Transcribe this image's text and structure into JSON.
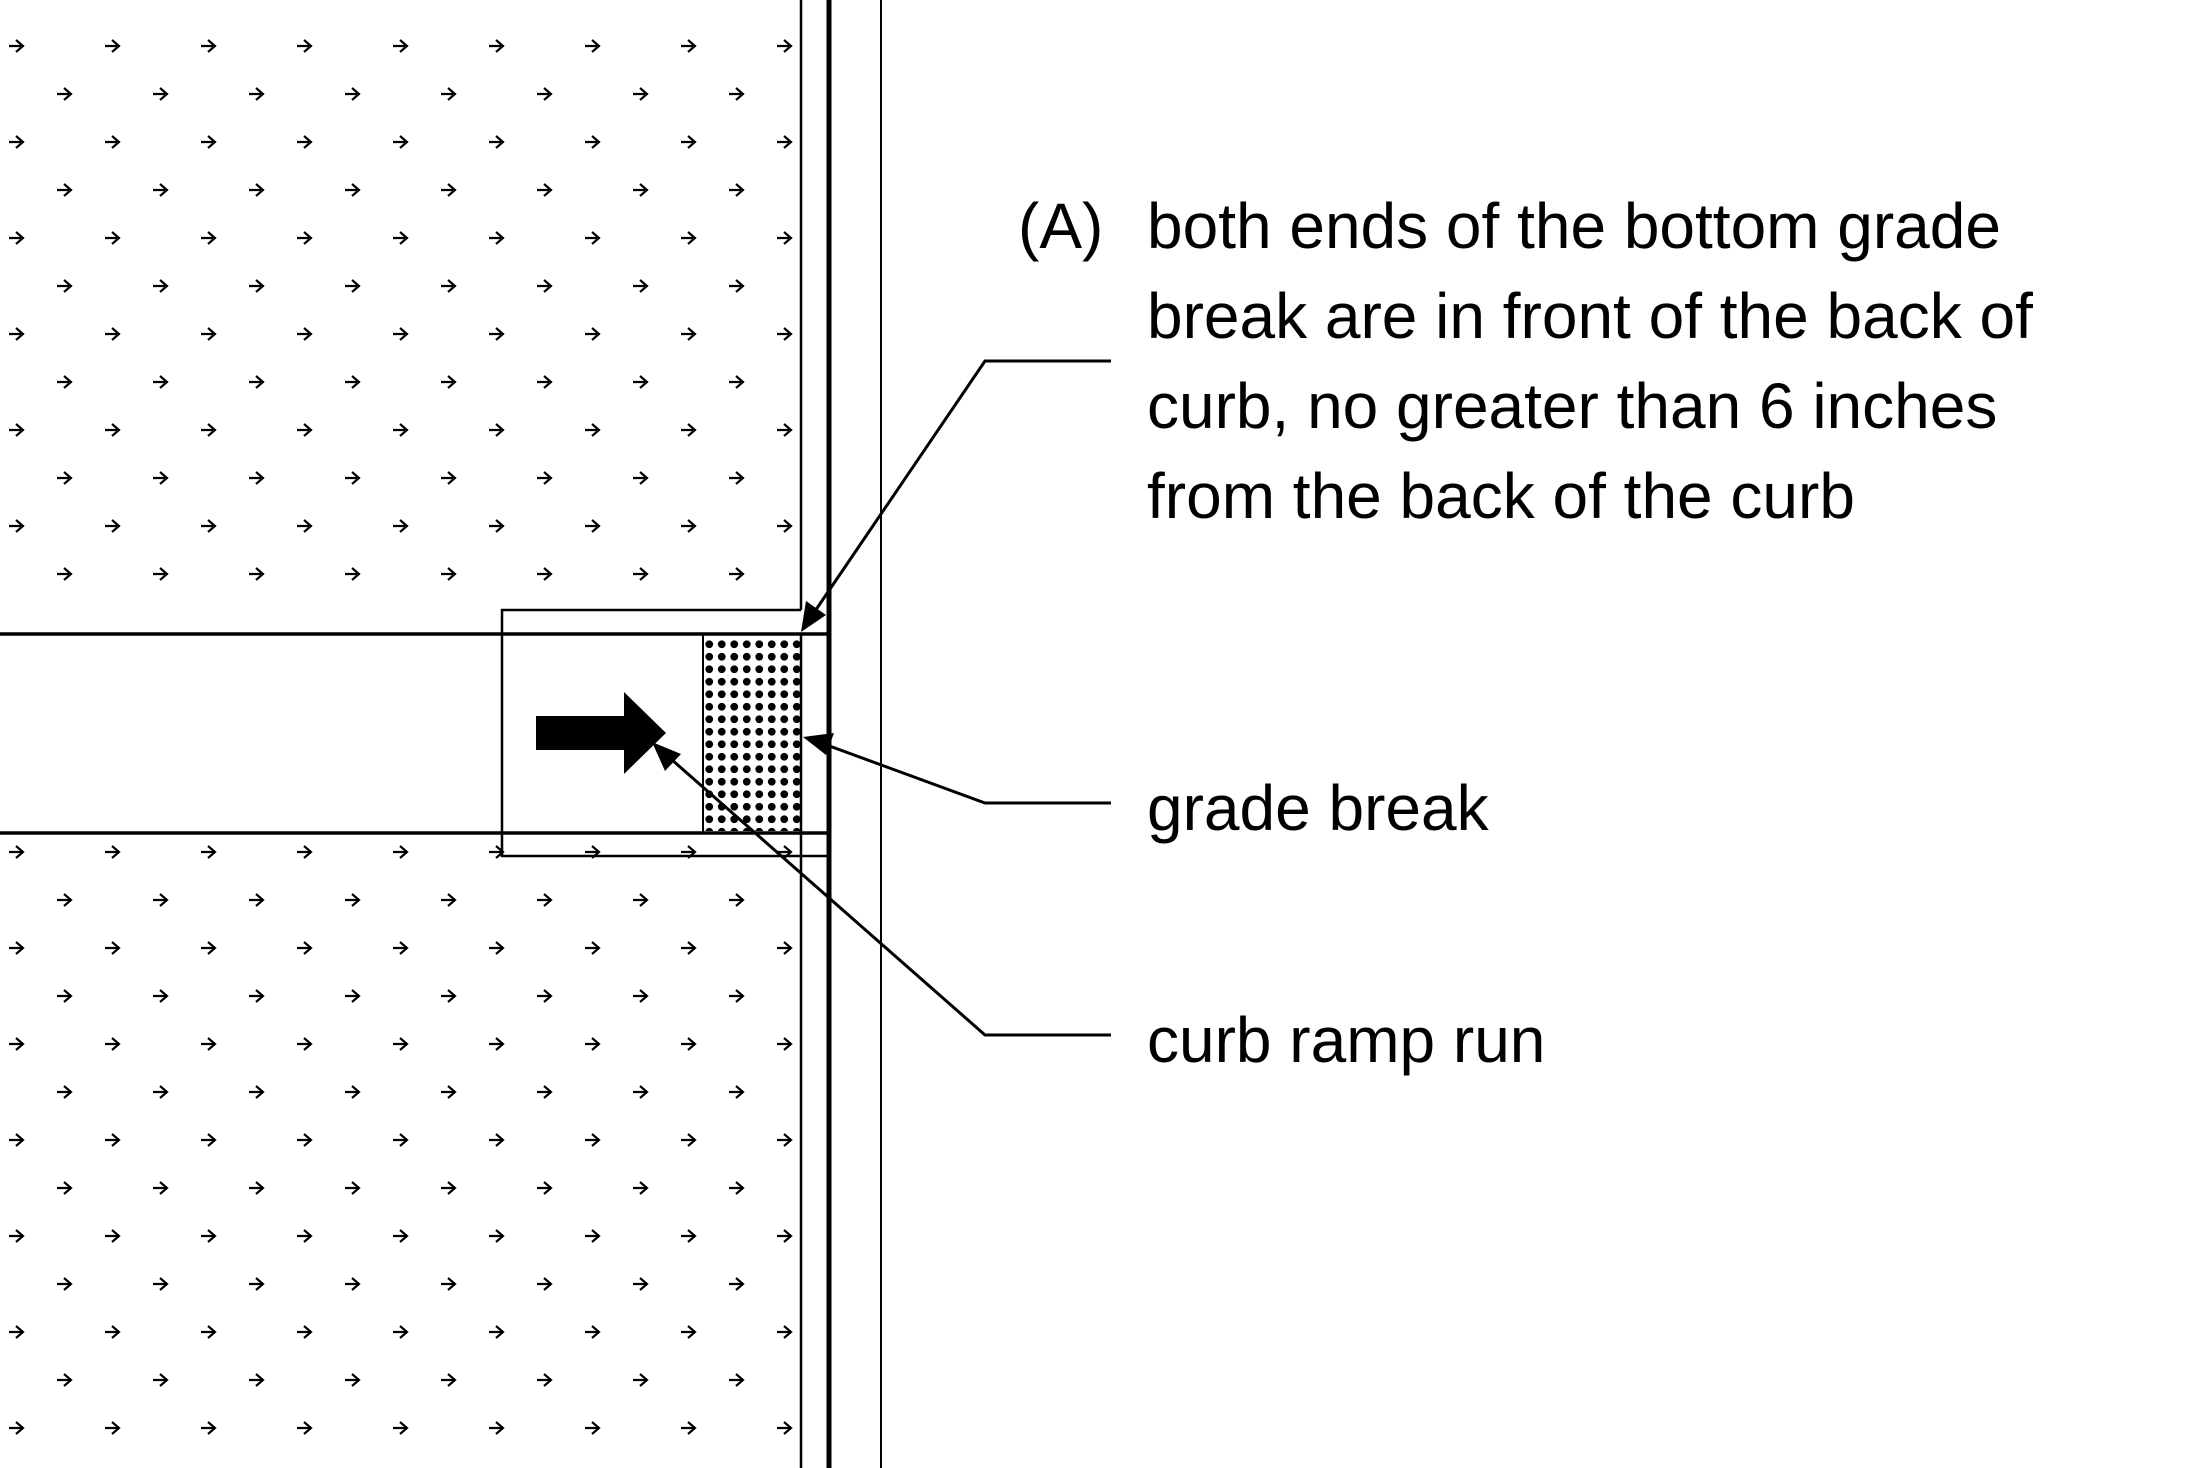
{
  "labels": {
    "a_marker": "(A)",
    "a_line1": "both ends of the bottom grade",
    "a_line2": "break are in front of the back of",
    "a_line3": "curb, no greater than 6 inches",
    "a_line4": "from the back of the curb",
    "grade_break": "grade break",
    "curb_ramp_run": "curb ramp run"
  },
  "colors": {
    "ink": "#000000",
    "background": "#ffffff"
  }
}
